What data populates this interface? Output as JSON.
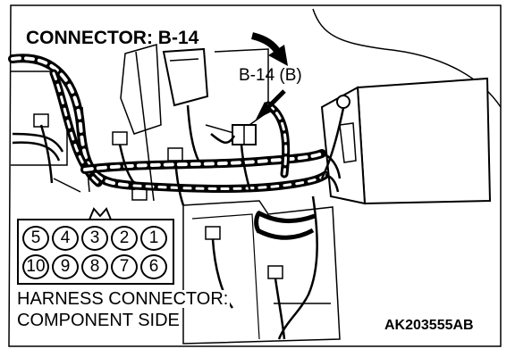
{
  "title": "CONNECTOR: B-14",
  "connector_label": "B-14 (B)",
  "harness_line1": "HARNESS CONNECTOR:",
  "harness_line2": "COMPONENT SIDE",
  "image_code": "AK203555AB",
  "pins_top": [
    "5",
    "4",
    "3",
    "2",
    "1"
  ],
  "pins_bottom": [
    "10",
    "9",
    "8",
    "7",
    "6"
  ]
}
